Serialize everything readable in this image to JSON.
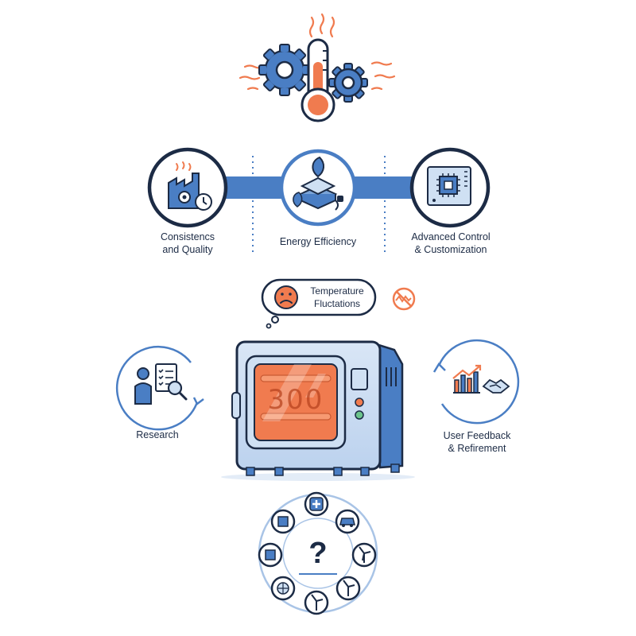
{
  "features": {
    "consistency": {
      "line1": "Consistencs",
      "line2": "and Quality",
      "icon": "factory-gear-clock-icon"
    },
    "energy": {
      "label": "Energy Efficiency",
      "icon": "leaf-layers-plug-icon"
    },
    "control": {
      "line1": "Advanced Control",
      "line2": "& Customization",
      "icon": "chip-panel-icon"
    }
  },
  "problem": {
    "line1": "Temperature",
    "line2": "Fluctations",
    "icon": "sad-face-icon"
  },
  "oven": {
    "display": "300"
  },
  "process": {
    "research": {
      "label": "Research",
      "icon": "person-checklist-magnifier-icon"
    },
    "feedback": {
      "line1": "User Feedback",
      "line2": "& Refirement",
      "icon": "chart-handshake-icon"
    }
  },
  "applications": {
    "center_symbol": "?",
    "icons": [
      "medical-cross-icon",
      "car-icon",
      "wind-turbine-icon",
      "wind-turbine-icon",
      "wind-turbine-icon",
      "target-icon",
      "chip-icon",
      "chip-icon"
    ]
  },
  "colors": {
    "navy": "#1c2b45",
    "blue": "#4a7ec4",
    "light_blue": "#cfe0f3",
    "orange": "#f07b4f"
  }
}
